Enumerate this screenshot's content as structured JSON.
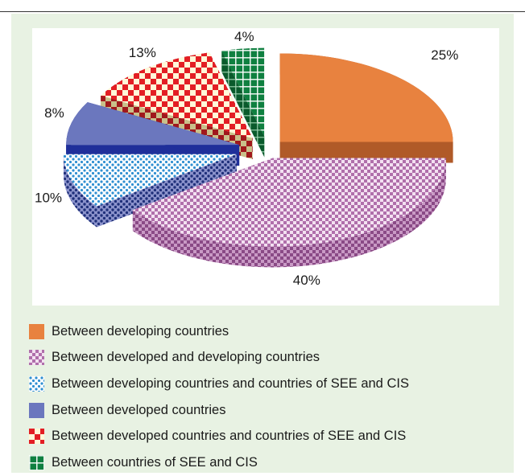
{
  "chart_data": {
    "type": "pie",
    "title": "",
    "categories": [
      "Between developing countries",
      "Between developed and developing countries",
      "Between developing countries and countries of SEE and CIS",
      "Between developed countries",
      "Between developed countries and countries of SEE and CIS",
      "Between countries of SEE and CIS"
    ],
    "values": [
      25,
      40,
      10,
      8,
      13,
      4
    ],
    "data_labels": [
      "25%",
      "40%",
      "10%",
      "8%",
      "13%",
      "4%"
    ],
    "colors": [
      "#e8823f",
      "#c58ec0",
      "#55aee6",
      "#6b77be",
      "#e31e24",
      "#0f8040"
    ],
    "patterns": [
      "solid",
      "checker-fine",
      "dots",
      "solid",
      "checker",
      "grid"
    ],
    "exploded": true,
    "three_d": true,
    "legend_position": "bottom"
  }
}
